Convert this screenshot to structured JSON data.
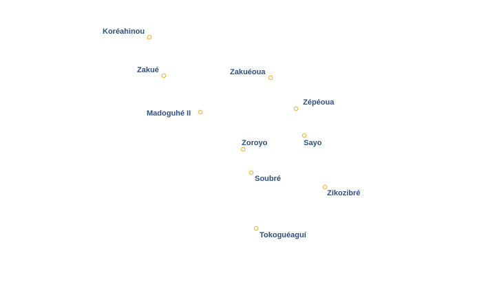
{
  "map": {
    "marker_color": "#f5b942",
    "label_color": "#2f4f7f",
    "places": [
      {
        "name": "Koréahinou"
      },
      {
        "name": "Zakué"
      },
      {
        "name": "Zakuéoua"
      },
      {
        "name": "Zépéoua"
      },
      {
        "name": "Madoguhé II"
      },
      {
        "name": "Sayo"
      },
      {
        "name": "Zoroyo"
      },
      {
        "name": "Soubré"
      },
      {
        "name": "Zikozibré"
      },
      {
        "name": "Tokoguéaguí"
      }
    ]
  }
}
